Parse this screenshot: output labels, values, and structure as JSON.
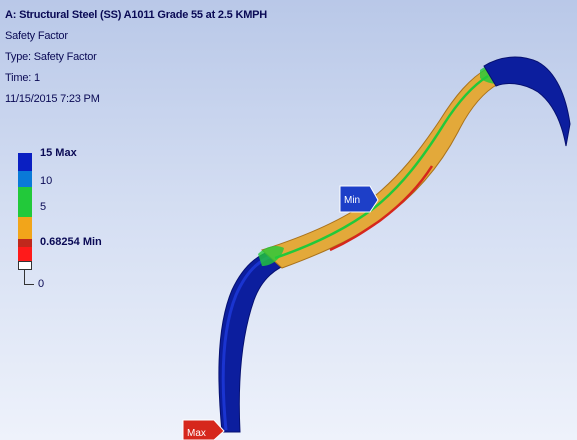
{
  "header": {
    "title": "A: Structural Steel (SS) A1011 Grade 55 at 2.5 KMPH",
    "result": "Safety Factor",
    "type": "Type: Safety Factor",
    "time": "Time: 1",
    "timestamp": "11/15/2015 7:23 PM"
  },
  "legend": {
    "max_label": "15 Max",
    "tick_10": "10",
    "tick_5": "5",
    "min_label": "0.68254 Min",
    "tick_0": "0",
    "colors": [
      "#0a1fc2",
      "#0a7ad8",
      "#22c93a",
      "#f2a51a",
      "#c0281c",
      "#ff1a1a",
      "#ffffff"
    ]
  },
  "probes": {
    "min": "Min",
    "max": "Max"
  },
  "colors": {
    "body_blue": "#0c1e9e",
    "body_orange": "#e3a93a",
    "stress_green": "#22c93a",
    "stress_red": "#d6271c",
    "min_probe": "#1d3fc8",
    "max_probe": "#d6271c"
  }
}
